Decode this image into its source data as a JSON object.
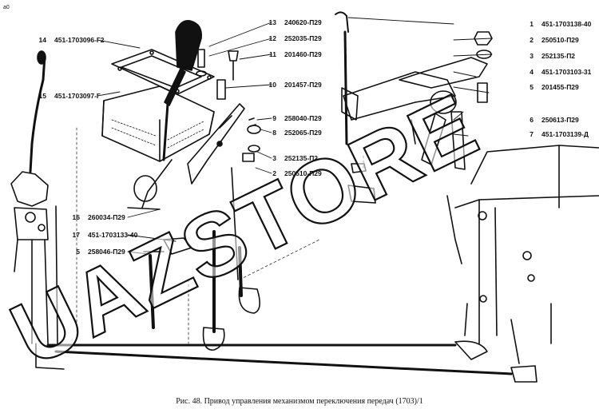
{
  "page_mark": "a0",
  "caption": "Рис. 48. Привод управления механизмом переключения передач (1703)/1",
  "watermark": "UAZSTORE",
  "colors": {
    "ink": "#111111",
    "paper": "#ffffff",
    "watermark": "#ffffff"
  },
  "callouts_left": [
    {
      "n": "14",
      "part": "451-1703096-Г2"
    },
    {
      "n": "15",
      "part": "451-1703097-Г"
    },
    {
      "n": "16",
      "part": "260034-П29"
    },
    {
      "n": "17",
      "part": "451-1703133-40"
    },
    {
      "n": "5",
      "part": "258046-П29"
    }
  ],
  "callouts_center": [
    {
      "n": "13",
      "part": "240620-П29"
    },
    {
      "n": "12",
      "part": "252035-П29"
    },
    {
      "n": "11",
      "part": "201460-П29"
    },
    {
      "n": "10",
      "part": "201457-П29"
    },
    {
      "n": "9",
      "part": "258040-П29"
    },
    {
      "n": "8",
      "part": "252065-П29"
    },
    {
      "n": "3",
      "part": "252135-П2"
    },
    {
      "n": "2",
      "part": "250510-П29"
    }
  ],
  "callouts_right": [
    {
      "n": "1",
      "part": "451-1703138-40"
    },
    {
      "n": "2",
      "part": "250510-П29"
    },
    {
      "n": "3",
      "part": "252135-П2"
    },
    {
      "n": "4",
      "part": "451-1703103-31"
    },
    {
      "n": "5",
      "part": "201455-П29"
    },
    {
      "n": "6",
      "part": "250613-П29"
    },
    {
      "n": "7",
      "part": "451-1703139-Д"
    }
  ]
}
